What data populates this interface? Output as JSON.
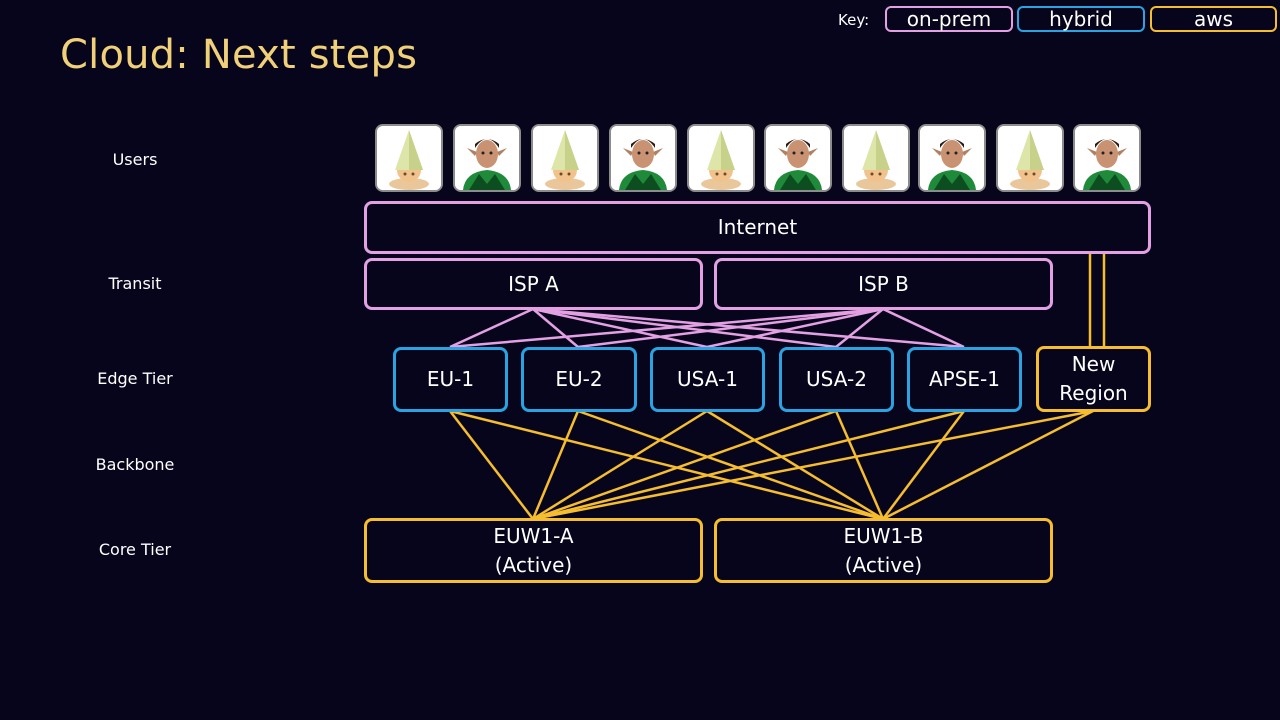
{
  "title": "Cloud: Next steps",
  "key": {
    "label": "Key:",
    "items": [
      {
        "label": "on-prem",
        "color": "#e3a0e3"
      },
      {
        "label": "hybrid",
        "color": "#2aa3e2"
      },
      {
        "label": "aws",
        "color": "#f6bd2e"
      }
    ]
  },
  "rows": {
    "users": "Users",
    "transit": "Transit",
    "edge": "Edge Tier",
    "backbone": "Backbone",
    "core": "Core Tier"
  },
  "users": {
    "avatars": [
      "gnome-hat-icon",
      "elf-icon",
      "gnome-hat-icon",
      "elf-icon",
      "gnome-hat-icon",
      "elf-icon",
      "gnome-hat-icon",
      "elf-icon",
      "gnome-hat-icon",
      "elf-icon"
    ]
  },
  "internet": {
    "label": "Internet"
  },
  "isps": [
    {
      "label": "ISP A"
    },
    {
      "label": "ISP B"
    }
  ],
  "edge": [
    {
      "label": "EU-1"
    },
    {
      "label": "EU-2"
    },
    {
      "label": "USA-1"
    },
    {
      "label": "USA-2"
    },
    {
      "label": "APSE-1"
    }
  ],
  "new_region": {
    "line1": "New",
    "line2": "Region"
  },
  "core": [
    {
      "line1": "EUW1-A",
      "line2": "(Active)"
    },
    {
      "line1": "EUW1-B",
      "line2": "(Active)"
    }
  ],
  "colors": {
    "onprem": "#e3a0e3",
    "hybrid": "#2aa3e2",
    "aws": "#f6bd2e",
    "title": "#f0d078",
    "background": "#07051c"
  }
}
